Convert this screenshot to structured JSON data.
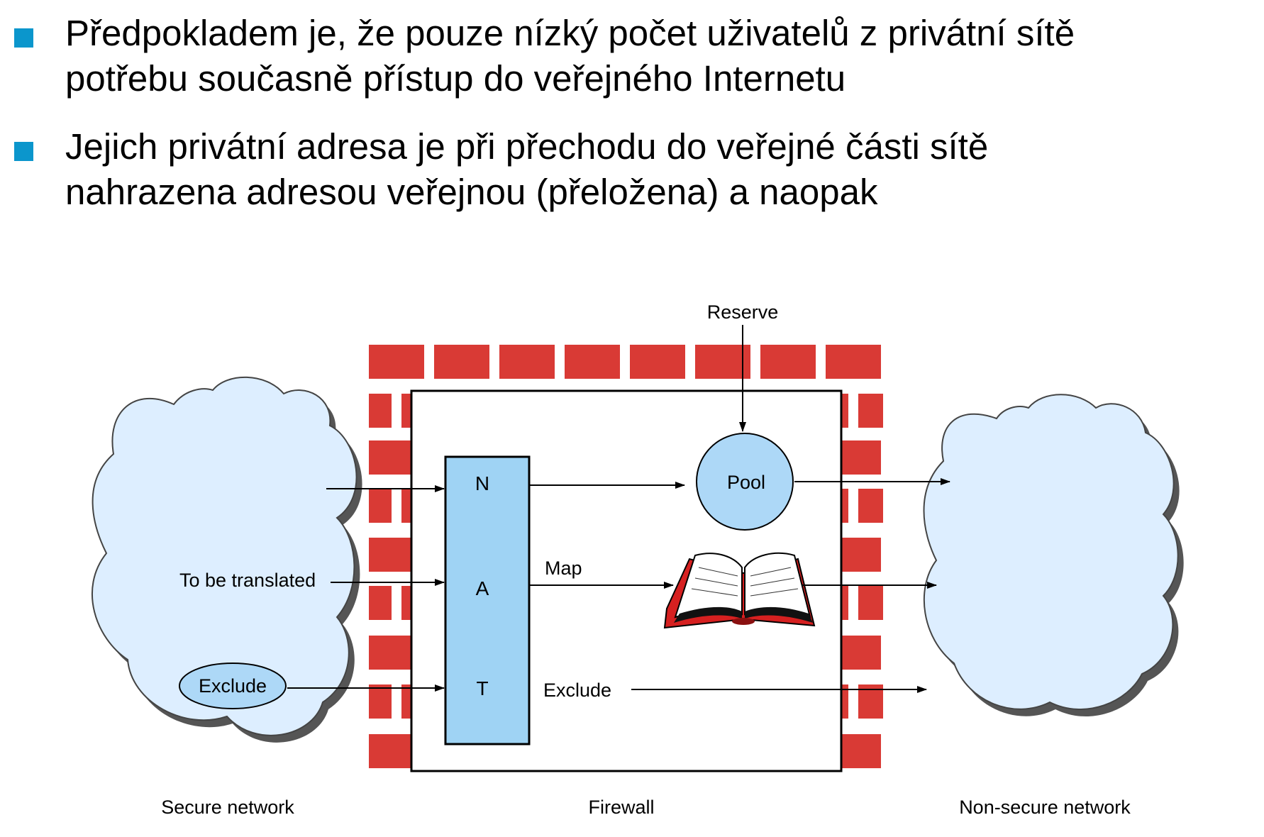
{
  "bullets": [
    {
      "lines": [
        "Předpokladem je, že pouze nízký počet uživatelů z privátní sítě",
        "potřebu současně přístup do veřejného Internetu"
      ]
    },
    {
      "lines": [
        "Jejich privátní adresa je při přechodu do veřejné části sítě",
        "nahrazena adresou veřejnou (přeložena) a naopak"
      ]
    }
  ],
  "diagram": {
    "reserve_label": "Reserve",
    "pool_label": "Pool",
    "nat_letters": [
      "N",
      "A",
      "T"
    ],
    "map_label": "Map",
    "exclude_inner_label": "Exclude",
    "to_be_translated_label": "To be translated",
    "exclude_ellipse_label": "Exclude",
    "secure_network_label": "Secure network",
    "firewall_label": "Firewall",
    "non_secure_network_label": "Non-secure network",
    "colors": {
      "brick": "#d93a35",
      "cloud": "#ddeeff",
      "nat_box": "#9fd3f4",
      "pool": "#add8f7",
      "bullet": "#0b96cc"
    }
  }
}
